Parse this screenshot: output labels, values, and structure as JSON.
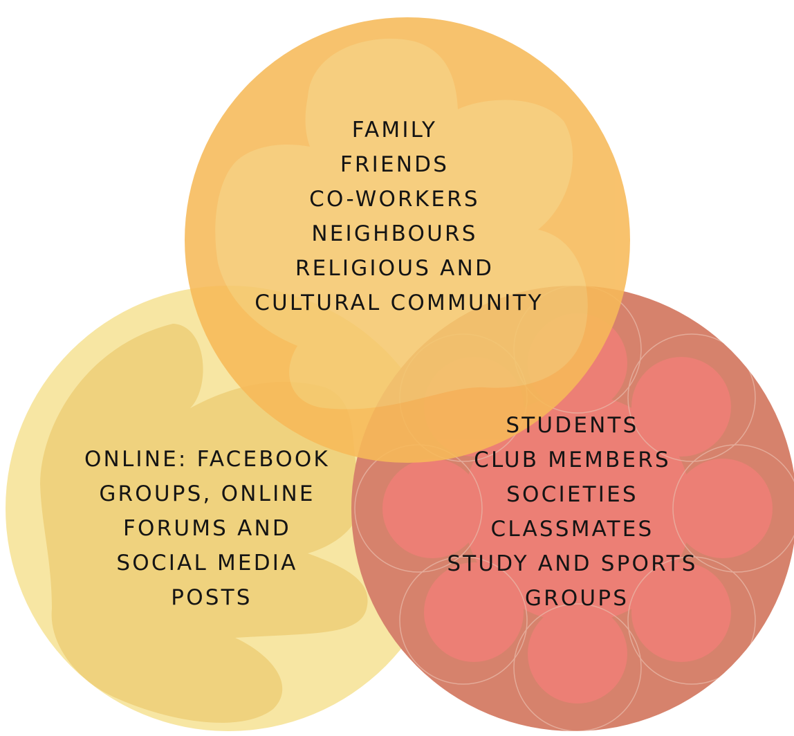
{
  "colors": {
    "background": "#ffffff",
    "top_circle": "#f7ba59",
    "top_blob": "#f5c86e",
    "left_circle": "#f7e6a3",
    "left_blob": "#efd27e",
    "right_circle": "#d6826c",
    "right_flower": "#ec7f75",
    "text": "#141414"
  },
  "groups": [
    {
      "id": "top",
      "lines": [
        "FAMILY",
        "FRIENDS",
        "CO-WORKERS",
        "NEIGHBOURS",
        "RELIGIOUS AND",
        "CULTURAL COMMUNITY"
      ]
    },
    {
      "id": "left",
      "lines": [
        "ONLINE: FACEBOOK",
        "GROUPS, ONLINE",
        "FORUMS AND",
        "SOCIAL MEDIA",
        "POSTS"
      ]
    },
    {
      "id": "right",
      "lines": [
        "STUDENTS",
        "CLUB MEMBERS",
        "SOCIETIES",
        "CLASSMATES",
        "STUDY AND SPORTS",
        "GROUPS"
      ]
    }
  ]
}
